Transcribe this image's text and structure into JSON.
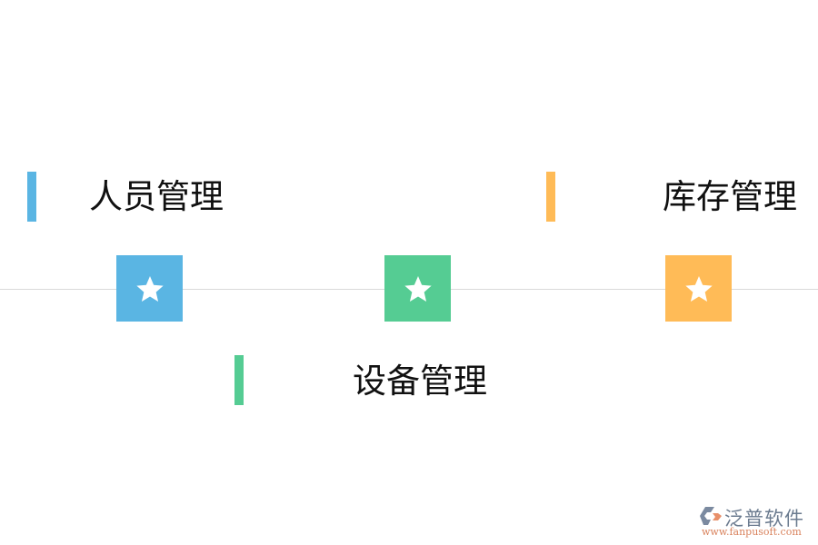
{
  "items": [
    {
      "label": "人员管理",
      "color": "#5ab5e3",
      "icon": "star-icon"
    },
    {
      "label": "设备管理",
      "color": "#55cc93",
      "icon": "star-icon"
    },
    {
      "label": "库存管理",
      "color": "#ffbb57",
      "icon": "star-icon"
    }
  ],
  "timeline": {
    "line_color": "#d9d9d9"
  },
  "watermark": {
    "name": "泛普软件",
    "url": "www.fanpusoft.com"
  }
}
